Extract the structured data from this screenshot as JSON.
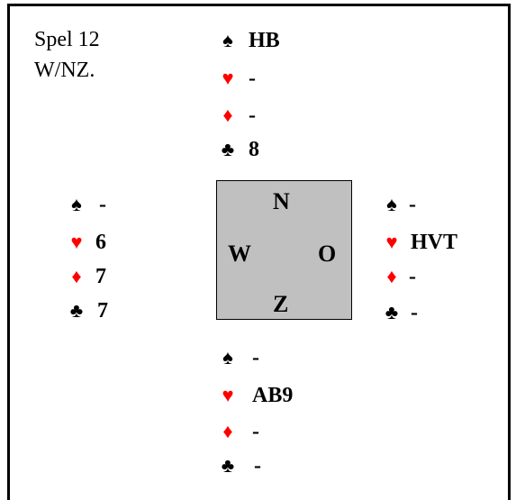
{
  "deal": {
    "title_line1": "Spel 12",
    "title_line2": "W/NZ."
  },
  "north": {
    "spades": "HB",
    "hearts": "-",
    "diamonds": "-",
    "clubs": "8"
  },
  "west": {
    "spades": "-",
    "hearts": "6",
    "diamonds": "7",
    "clubs": "7"
  },
  "east": {
    "spades": "-",
    "hearts": "HVT",
    "diamonds": "-",
    "clubs": "-"
  },
  "south": {
    "spades": "-",
    "hearts": "AB9",
    "diamonds": "-",
    "clubs": "-"
  },
  "compass": {
    "n": "N",
    "w": "W",
    "o": "O",
    "z": "Z"
  },
  "suits": {
    "spade": "♠",
    "heart": "♥",
    "diamond": "♦",
    "club": "♣"
  },
  "colors": {
    "red_suit": "#ff0000",
    "black_suit": "#000000",
    "compass_bg": "#c0c0c0"
  }
}
